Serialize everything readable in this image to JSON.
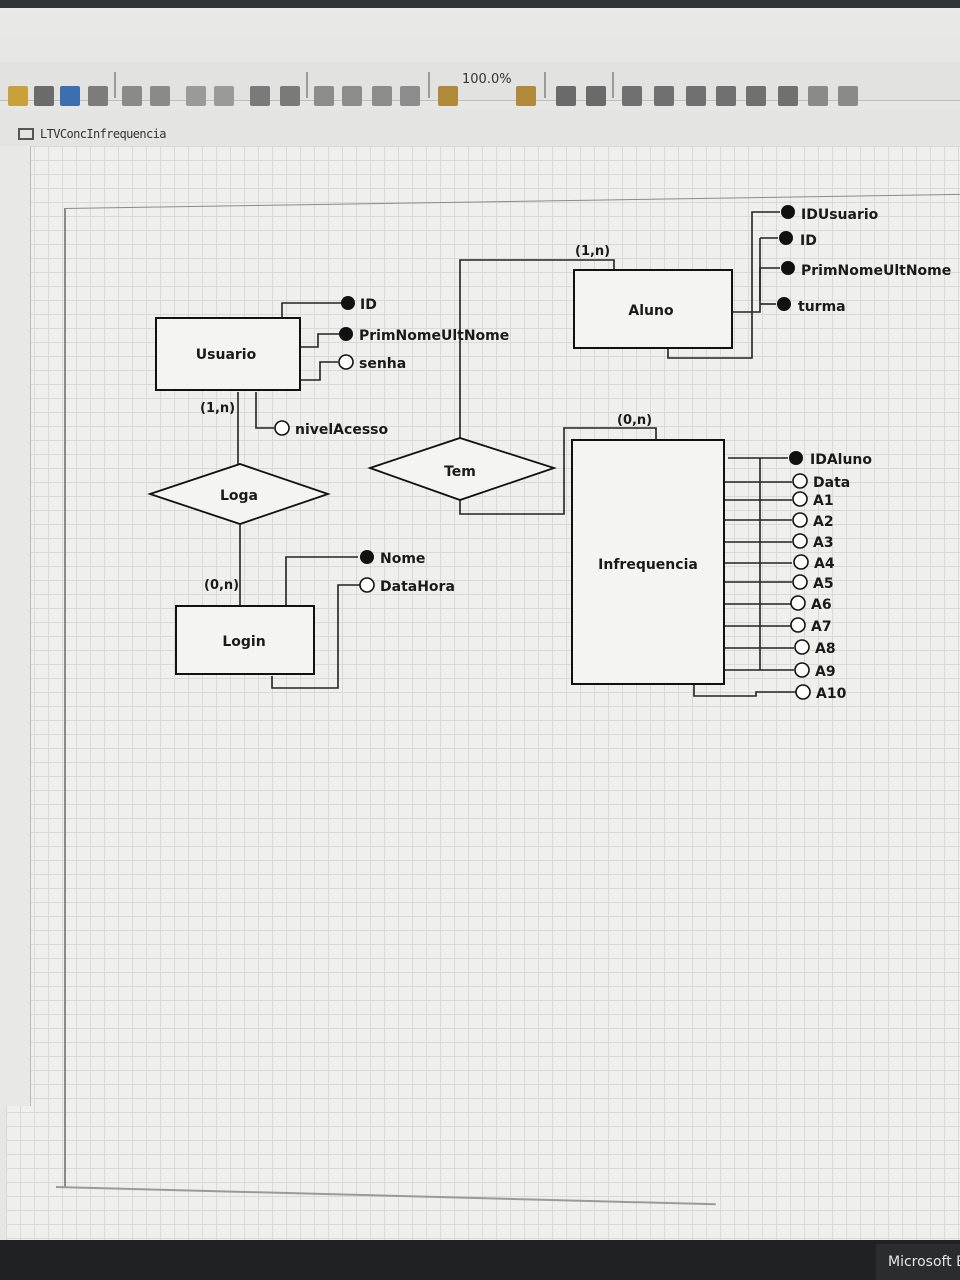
{
  "toolbar": {
    "zoom_label": "100.0%"
  },
  "tab": {
    "label": "LTVConcInfrequencia"
  },
  "diagram": {
    "entities": {
      "usuario": "Usuario",
      "aluno": "Aluno",
      "login": "Login",
      "infrequencia": "Infrequencia"
    },
    "relationships": {
      "loga": "Loga",
      "tem": "Tem"
    },
    "cardinalities": {
      "usuario_loga": "(1,n)",
      "login_loga": "(0,n)",
      "aluno_tem": "(1,n)",
      "infrequencia_tem": "(0,n)"
    },
    "attributes": {
      "usuario": [
        "ID",
        "PrimNomeUltNome",
        "senha",
        "nivelAcesso"
      ],
      "aluno": [
        "IDUsuario",
        "ID",
        "PrimNomeUltNome",
        "turma"
      ],
      "login": [
        "Nome",
        "DataHora"
      ],
      "infrequencia": [
        "IDAluno",
        "Data",
        "A1",
        "A2",
        "A3",
        "A4",
        "A5",
        "A6",
        "A7",
        "A8",
        "A9",
        "A10"
      ]
    }
  },
  "taskbar": {
    "app_label": "Microsoft E"
  }
}
